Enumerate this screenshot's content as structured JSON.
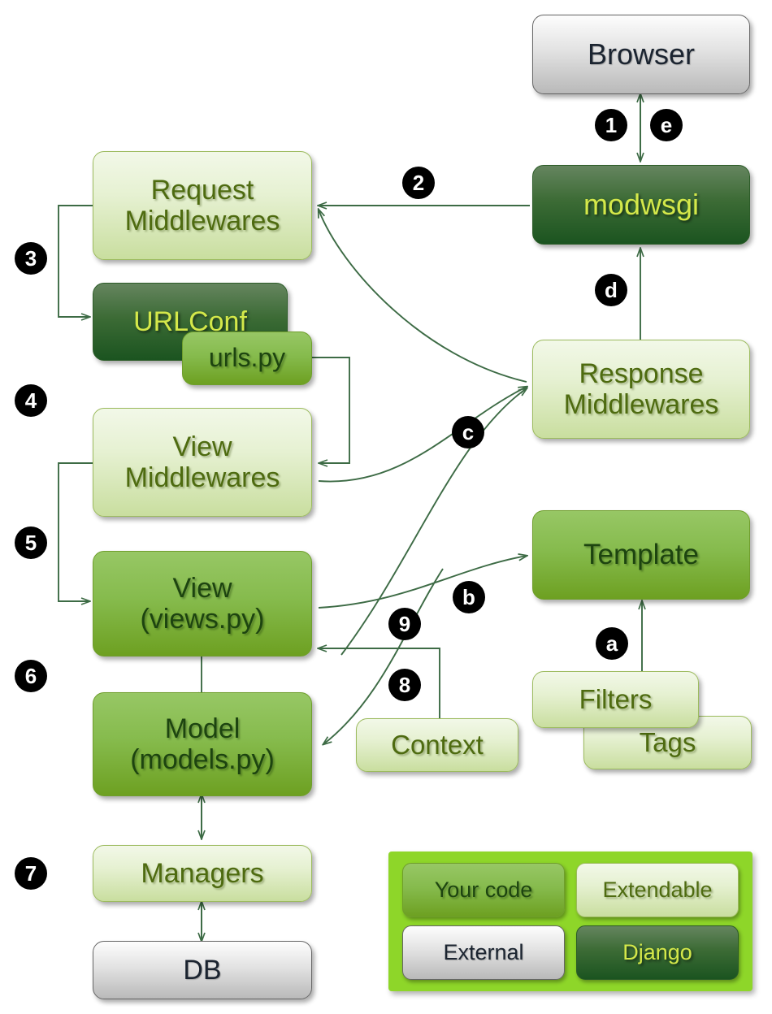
{
  "diagram": {
    "title": "Django request/response flow",
    "palette": {
      "your_code": "#86bb4d",
      "extendable": "#e6f1d2",
      "external": "#e2e2e2",
      "django": "#1b5420",
      "legend_bg": "#8ed629",
      "arrow": "#3d6b45",
      "badge_bg": "#000000",
      "badge_fg": "#ffffff"
    },
    "nodes": [
      {
        "id": "browser",
        "label": "Browser",
        "kind": "external"
      },
      {
        "id": "modwsgi",
        "label": "modwsgi",
        "kind": "django"
      },
      {
        "id": "reqmw",
        "label": "Request\nMiddlewares",
        "kind": "extendable"
      },
      {
        "id": "urlconf",
        "label": "URLConf",
        "kind": "django"
      },
      {
        "id": "urlspy",
        "label": "urls.py",
        "kind": "your_code"
      },
      {
        "id": "viewmw",
        "label": "View\nMiddlewares",
        "kind": "extendable"
      },
      {
        "id": "view",
        "label": "View\n(views.py)",
        "kind": "your_code"
      },
      {
        "id": "model",
        "label": "Model\n(models.py)",
        "kind": "your_code"
      },
      {
        "id": "managers",
        "label": "Managers",
        "kind": "extendable"
      },
      {
        "id": "db",
        "label": "DB",
        "kind": "external"
      },
      {
        "id": "respmw",
        "label": "Response\nMiddlewares",
        "kind": "extendable"
      },
      {
        "id": "template",
        "label": "Template",
        "kind": "your_code"
      },
      {
        "id": "filters",
        "label": "Filters",
        "kind": "extendable"
      },
      {
        "id": "tags",
        "label": "Tags",
        "kind": "extendable"
      },
      {
        "id": "context",
        "label": "Context",
        "kind": "extendable"
      }
    ],
    "badges": [
      {
        "id": "b1",
        "label": "1"
      },
      {
        "id": "be",
        "label": "e"
      },
      {
        "id": "b2",
        "label": "2"
      },
      {
        "id": "b3",
        "label": "3"
      },
      {
        "id": "bd",
        "label": "d"
      },
      {
        "id": "b4",
        "label": "4"
      },
      {
        "id": "bc",
        "label": "c"
      },
      {
        "id": "b5",
        "label": "5"
      },
      {
        "id": "bb",
        "label": "b"
      },
      {
        "id": "b9",
        "label": "9"
      },
      {
        "id": "ba",
        "label": "a"
      },
      {
        "id": "b6",
        "label": "6"
      },
      {
        "id": "b8",
        "label": "8"
      },
      {
        "id": "b7",
        "label": "7"
      }
    ],
    "legend": {
      "items": [
        {
          "id": "your-code",
          "label": "Your code",
          "kind": "your_code"
        },
        {
          "id": "extendable",
          "label": "Extendable",
          "kind": "extendable"
        },
        {
          "id": "external",
          "label": "External",
          "kind": "external"
        },
        {
          "id": "django",
          "label": "Django",
          "kind": "django"
        }
      ]
    }
  }
}
